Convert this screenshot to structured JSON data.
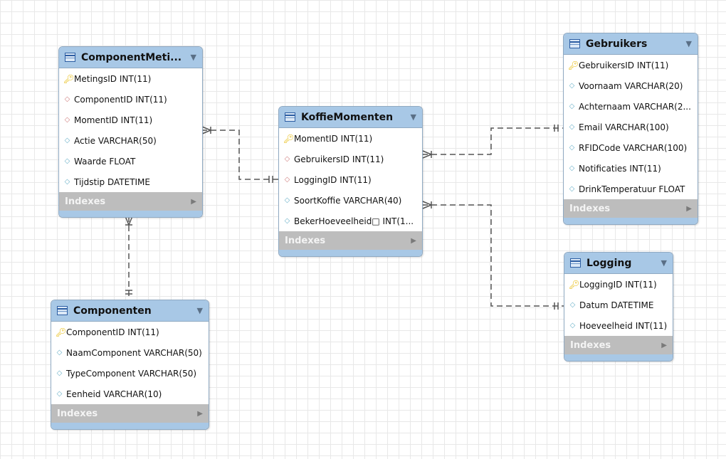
{
  "tables": {
    "componentmetingen": {
      "title": "ComponentMeti...",
      "columns": [
        {
          "icon": "primary-key-icon",
          "text": "MetingsID INT(11)"
        },
        {
          "icon": "foreign-key-icon",
          "text": "ComponentID INT(11)"
        },
        {
          "icon": "foreign-key-icon",
          "text": "MomentID INT(11)"
        },
        {
          "icon": "column-icon",
          "text": "Actie VARCHAR(50)"
        },
        {
          "icon": "column-icon",
          "text": "Waarde FLOAT"
        },
        {
          "icon": "column-icon",
          "text": "Tijdstip DATETIME"
        }
      ],
      "indexes_label": "Indexes"
    },
    "koffiemomenten": {
      "title": "KoffieMomenten",
      "columns": [
        {
          "icon": "primary-key-icon",
          "text": "MomentID INT(11)"
        },
        {
          "icon": "foreign-key-icon",
          "text": "GebruikersID INT(11)"
        },
        {
          "icon": "foreign-key-icon",
          "text": "LoggingID INT(11)"
        },
        {
          "icon": "column-icon",
          "text": "SoortKoffie VARCHAR(40)"
        },
        {
          "icon": "column-icon",
          "text": "BekerHoeveelheid□ INT(1..."
        }
      ],
      "indexes_label": "Indexes"
    },
    "gebruikers": {
      "title": "Gebruikers",
      "columns": [
        {
          "icon": "primary-key-icon",
          "text": "GebruikersID INT(11)"
        },
        {
          "icon": "column-icon",
          "text": "Voornaam VARCHAR(20)"
        },
        {
          "icon": "column-icon",
          "text": "Achternaam VARCHAR(2..."
        },
        {
          "icon": "column-icon",
          "text": "Email VARCHAR(100)"
        },
        {
          "icon": "column-icon",
          "text": "RFIDCode VARCHAR(100)"
        },
        {
          "icon": "column-icon",
          "text": "Notificaties INT(11)"
        },
        {
          "icon": "column-icon",
          "text": "DrinkTemperatuur FLOAT"
        }
      ],
      "indexes_label": "Indexes"
    },
    "logging": {
      "title": "Logging",
      "columns": [
        {
          "icon": "primary-key-icon",
          "text": "LoggingID INT(11)"
        },
        {
          "icon": "column-icon",
          "text": "Datum DATETIME"
        },
        {
          "icon": "column-icon",
          "text": "Hoeveelheid INT(11)"
        }
      ],
      "indexes_label": "Indexes"
    },
    "componenten": {
      "title": "Componenten",
      "columns": [
        {
          "icon": "primary-key-icon",
          "text": "ComponentID INT(11)"
        },
        {
          "icon": "column-icon",
          "text": "NaamComponent VARCHAR(50)"
        },
        {
          "icon": "column-icon",
          "text": "TypeComponent VARCHAR(50)"
        },
        {
          "icon": "column-icon",
          "text": "Eenheid VARCHAR(10)"
        }
      ],
      "indexes_label": "Indexes"
    }
  },
  "colors": {
    "header": "#a8c8e6",
    "indexes": "#bdbdbd",
    "connector": "#555555",
    "primary_key": "#e6b800",
    "foreign_key": "#d08080",
    "column": "#6ab0c8"
  }
}
